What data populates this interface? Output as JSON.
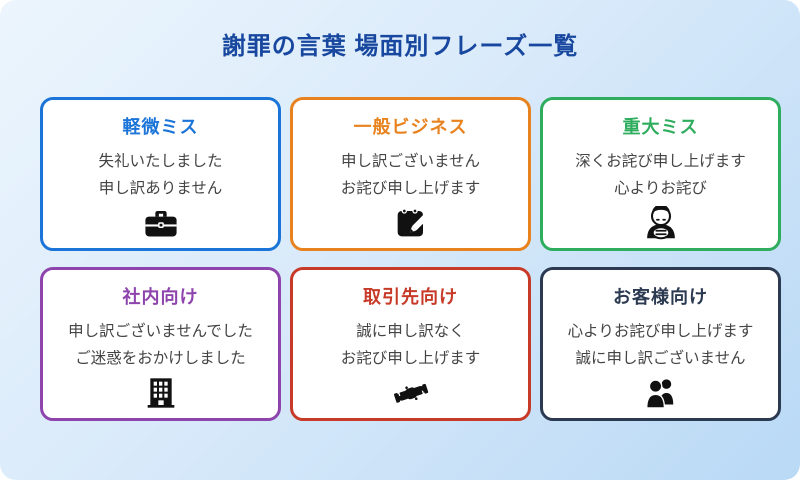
{
  "page": {
    "title": "謝罪の言葉 場面別フレーズ一覧",
    "title_color": "#17479e",
    "background_gradient_start": "#ecf5fd",
    "background_gradient_end": "#b9d9f5",
    "body_text_color": "#444444",
    "icon_color": "#111111"
  },
  "cards": [
    {
      "title": "軽微ミス",
      "color": "#1b74d8",
      "line1": "失礼いたしました",
      "line2": "申し訳ありません",
      "icon": "briefcase-icon"
    },
    {
      "title": "一般ビジネス",
      "color": "#e8821e",
      "line1": "申し訳ございません",
      "line2": "お詫び申し上げます",
      "icon": "memo-pencil-icon"
    },
    {
      "title": "重大ミス",
      "color": "#2fad5e",
      "line1": "深くお詫び申し上げます",
      "line2": "心よりお詫び",
      "icon": "bowing-person-icon"
    },
    {
      "title": "社内向け",
      "color": "#8e44ad",
      "line1": "申し訳ございませんでした",
      "line2": "ご迷惑をおかけしました",
      "icon": "office-building-icon"
    },
    {
      "title": "取引先向け",
      "color": "#c73a28",
      "line1": "誠に申し訳なく",
      "line2": "お詫び申し上げます",
      "icon": "handshake-icon"
    },
    {
      "title": "お客様向け",
      "color": "#2b3a50",
      "line1": "心よりお詫び申し上げます",
      "line2": "誠に申し訳ございません",
      "icon": "people-icon"
    }
  ]
}
